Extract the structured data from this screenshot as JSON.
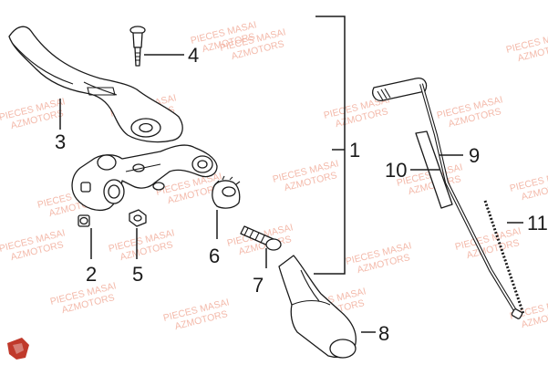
{
  "diagram": {
    "callouts": {
      "c1": "1",
      "c2": "2",
      "c3": "3",
      "c4": "4",
      "c5": "5",
      "c6": "6",
      "c7": "7",
      "c8": "8",
      "c9": "9",
      "c10": "10",
      "c11": "11"
    },
    "watermark": {
      "line1": "PIECES MASAI",
      "line2": "AZMOTORS"
    },
    "logo": {
      "icon": "brand-shield-icon",
      "color": "#c0392b"
    }
  }
}
